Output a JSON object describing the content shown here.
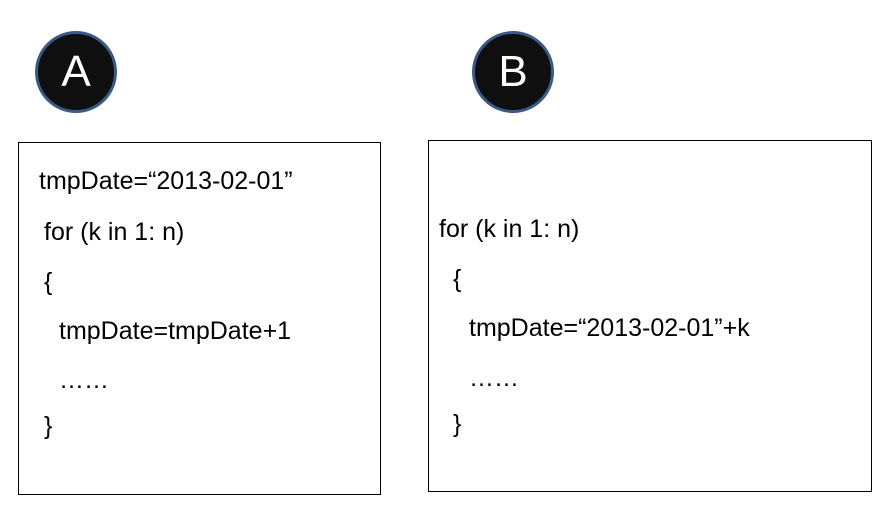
{
  "panels": [
    {
      "label": "A",
      "lines": [
        "tmpDate=“2013-02-01”",
        "for (k in 1: n)",
        "{",
        "tmpDate=tmpDate+1",
        "……",
        "}"
      ]
    },
    {
      "label": "B",
      "lines": [
        "for (k in 1: n)",
        "{",
        "tmpDate=“2013-02-01”+k",
        "……",
        "}"
      ]
    }
  ],
  "colors": {
    "badge_fill": "#0f0f0f",
    "badge_ring": "#3a5a8a",
    "badge_text": "#ffffff",
    "panel_border": "#000000"
  }
}
